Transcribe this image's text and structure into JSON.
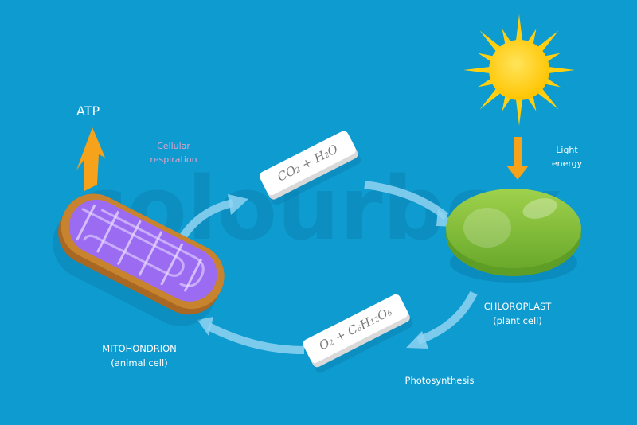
{
  "labels": {
    "atp": "ATP",
    "cellular_respiration": [
      "Cellular",
      "respiration"
    ],
    "light_energy": [
      "Light",
      "energy"
    ],
    "chloroplast": [
      "CHLOROPLAST",
      "(plant cell)"
    ],
    "mitochondrion": [
      "MITOHONDRION",
      "(animal cell)"
    ],
    "photosynthesis": "Photosynthesis"
  },
  "cards": {
    "co2_h2o": {
      "main1": "CO",
      "sub1": "2",
      "plus": " + H",
      "sub2": "2",
      "main2": "O"
    },
    "o2_glucose": {
      "a": "O",
      "s1": "2",
      "b": " + C",
      "s2": "6",
      "c": "H",
      "s3": "12",
      "d": "O",
      "s4": "6"
    }
  },
  "watermark": "colourbox",
  "colors": {
    "background": "#0e9bcf",
    "sun": "#ffd21a",
    "arrow_orange": "#f7a21b",
    "cycle_arrow": "#8fd4f2",
    "chloroplast": "#8cc63f",
    "mitochondrion_shell": "#b9762b",
    "mitochondrion_inner": "#9b6cf2",
    "respiration_text": "#e2a3c9"
  }
}
